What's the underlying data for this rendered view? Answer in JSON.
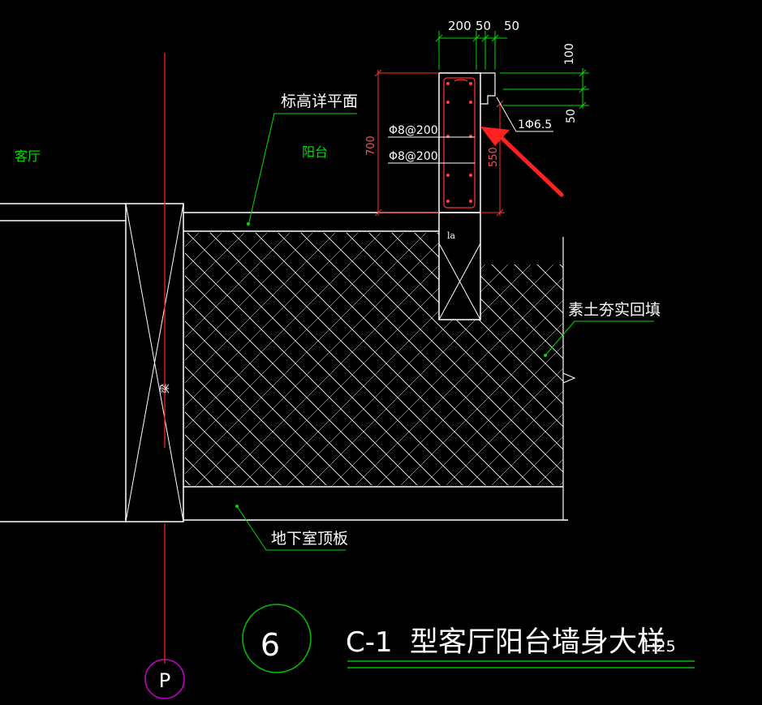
{
  "colors": {
    "background": "#000000",
    "outline": "#ffffff",
    "leader": "#00dd00",
    "dimension": "#ff3030",
    "axis": "#ff2020",
    "grid_circle": "#cc00cc",
    "detail_circle": "#00c000",
    "arrow": "#ff2020"
  },
  "labels": {
    "living_room": "客厅",
    "balcony": "阳台",
    "elevation_plan": "标高详平面",
    "backfill": "素土夯实回填",
    "basement_roof": "地下室顶板",
    "beam": "梁",
    "la": "la",
    "rebar_1": "Φ8@200",
    "rebar_2": "Φ8@200",
    "tie_bar": "1Φ6.5"
  },
  "dimensions": {
    "top_200": "200",
    "top_50a": "50",
    "top_50b": "50",
    "right_100": "100",
    "right_50": "50",
    "height_700": "700",
    "height_550": "550"
  },
  "grid_axis": "P",
  "detail": {
    "number": "6",
    "type_code": "C-1",
    "title": "型客厅阳台墙身大样",
    "scale": "1:25"
  }
}
